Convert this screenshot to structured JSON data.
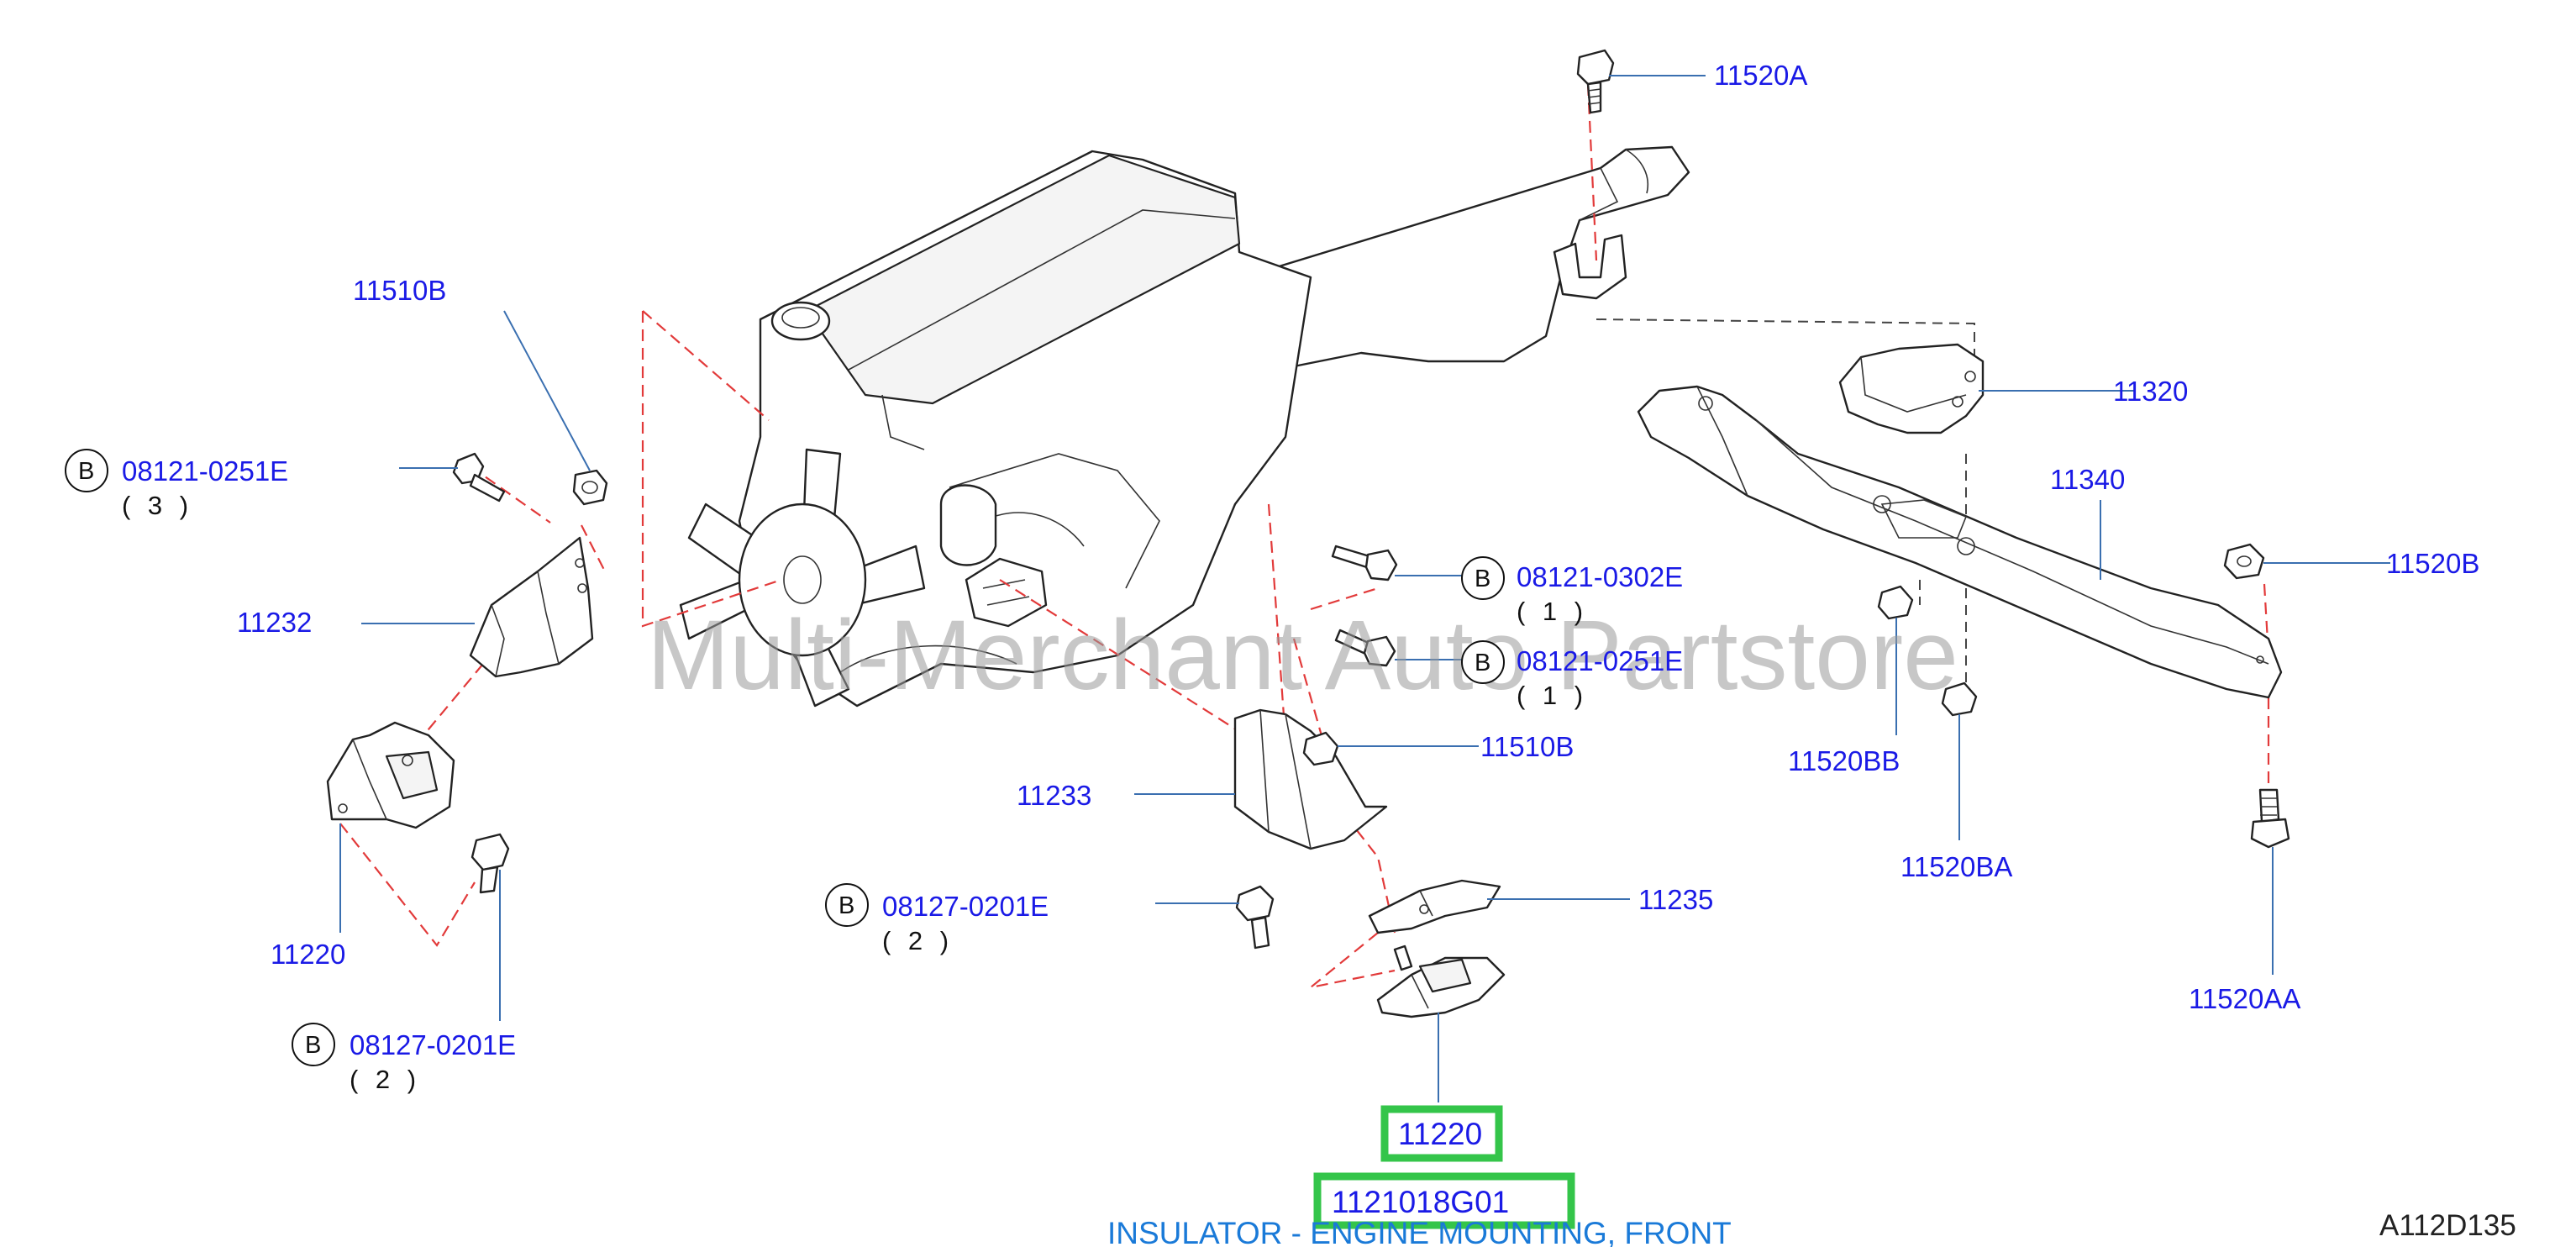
{
  "watermark": "Multi-Merchant Auto Partstore",
  "diagram_code": "A112D135",
  "selected": {
    "ref": "11220",
    "part_number": "1121018G01",
    "description": "INSULATOR - ENGINE MOUNTING, FRONT"
  },
  "callouts": {
    "c11520A": "11520A",
    "c11510B_top": "11510B",
    "c08121_0251E_left": "08121-0251E",
    "c08121_0251E_left_qty": "( 3 )",
    "c11232": "11232",
    "c11220_left": "11220",
    "c08127_0201E_left": "08127-0201E",
    "c08127_0201E_left_qty": "( 2 )",
    "c11320": "11320",
    "c11340": "11340",
    "c11520B": "11520B",
    "c08121_0302E": "08121-0302E",
    "c08121_0302E_qty": "( 1 )",
    "c08121_0251E_mid": "08121-0251E",
    "c08121_0251E_mid_qty": "( 1 )",
    "c11510B_mid": "11510B",
    "c11520BB": "11520BB",
    "c11520BA": "11520BA",
    "c11233": "11233",
    "c11235": "11235",
    "c08127_0201E_mid": "08127-0201E",
    "c08127_0201E_mid_qty": "( 2 )",
    "c11520AA": "11520AA"
  },
  "badges": {
    "bolt_marker": "B"
  }
}
